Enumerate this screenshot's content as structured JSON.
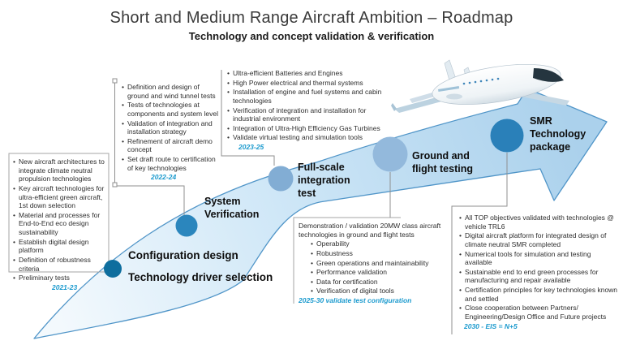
{
  "title": "Short and Medium Range Aircraft Ambition – Roadmap",
  "subtitle": "Technology and concept validation & verification",
  "colors": {
    "date_blue": "#1b9ace",
    "arrow_edge": "#5095c8",
    "dots": [
      "#0e6e9e",
      "#2b86bd",
      "#82add4",
      "#93b9dc",
      "#2a80b9"
    ]
  },
  "milestones": [
    {
      "lines": [
        "Configuration design",
        "Technology driver selection"
      ]
    },
    {
      "lines": [
        "System",
        "Verification"
      ]
    },
    {
      "lines": [
        "Full-scale",
        "integration",
        "test"
      ]
    },
    {
      "lines": [
        "Ground and",
        "flight testing"
      ]
    },
    {
      "lines": [
        "SMR",
        "Technology",
        "package"
      ]
    }
  ],
  "blocks": [
    {
      "bullets": [
        "New aircraft architectures to integrate climate neutral propulsion technologies",
        "Key aircraft technologies for ultra-efficient green aircraft, 1st down selection",
        "Material and processes for End-to-End eco design sustainability",
        "Establish digital design platform",
        "Definition of robustness criteria",
        "Preliminary tests"
      ],
      "date": "2021-23"
    },
    {
      "bullets": [
        "Definition and design of ground and wind tunnel tests",
        "Tests of technologies at components and system level",
        "Validation of integration and installation strategy",
        "Refinement of aircraft demo concept",
        "Set draft route to certification of key technologies"
      ],
      "date": "2022-24"
    },
    {
      "bullets": [
        "Ultra-efficient Batteries and Engines",
        "High Power electrical and thermal systems",
        "Installation of engine and fuel systems and cabin technologies",
        "Verification of integration and installation for industrial environment",
        "Integration of Ultra-High Efficiency Gas Turbines",
        "Validate virtual testing and simulation tools"
      ],
      "date": "2023-25"
    },
    {
      "intro": "Demonstration / validation 20MW class aircraft technologies in ground and flight tests",
      "bullets": [
        "Operability",
        "Robustness",
        "Green operations and maintainability",
        "Performance validation",
        "Data for certification",
        "Verification of digital tools"
      ],
      "date": "2025-30 validate test configuration"
    },
    {
      "bullets": [
        "All TOP objectives validated with technologies @ vehicle TRL6",
        "Digital aircraft platform for integrated design of climate neutral SMR completed",
        "Numerical tools for simulation and testing available",
        "Sustainable end to end green processes for manufacturing and repair available",
        "Certification principles for key technologies known and settled",
        "Close cooperation between Partners/ Engineering/Design Office and Future projects"
      ],
      "date": "2030 - EIS = N+5"
    }
  ]
}
